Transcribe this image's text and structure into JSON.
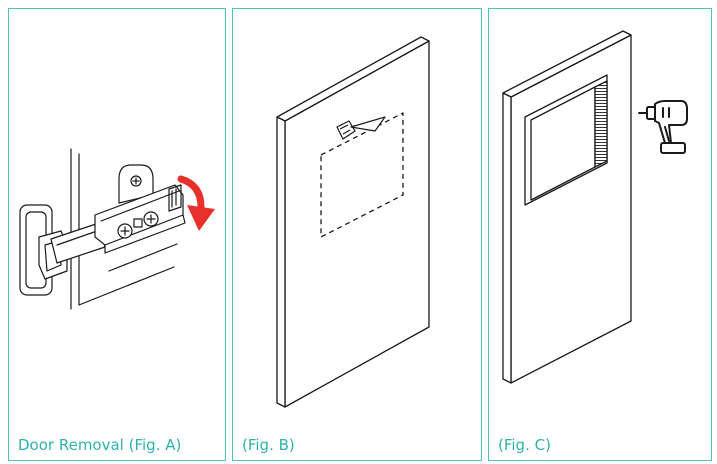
{
  "figures": [
    {
      "caption": "Door Removal (Fig. A)"
    },
    {
      "caption": "(Fig. B)"
    },
    {
      "caption": "(Fig. C)"
    }
  ],
  "colors": {
    "panel_border": "#49c0b8",
    "caption_text": "#2fb2ad",
    "arrow": "#e8312a",
    "line_art": "#1a1a1a"
  },
  "icons": [
    "hinge-illustration",
    "removal-arrow-icon",
    "handsaw-icon",
    "power-drill-icon"
  ]
}
